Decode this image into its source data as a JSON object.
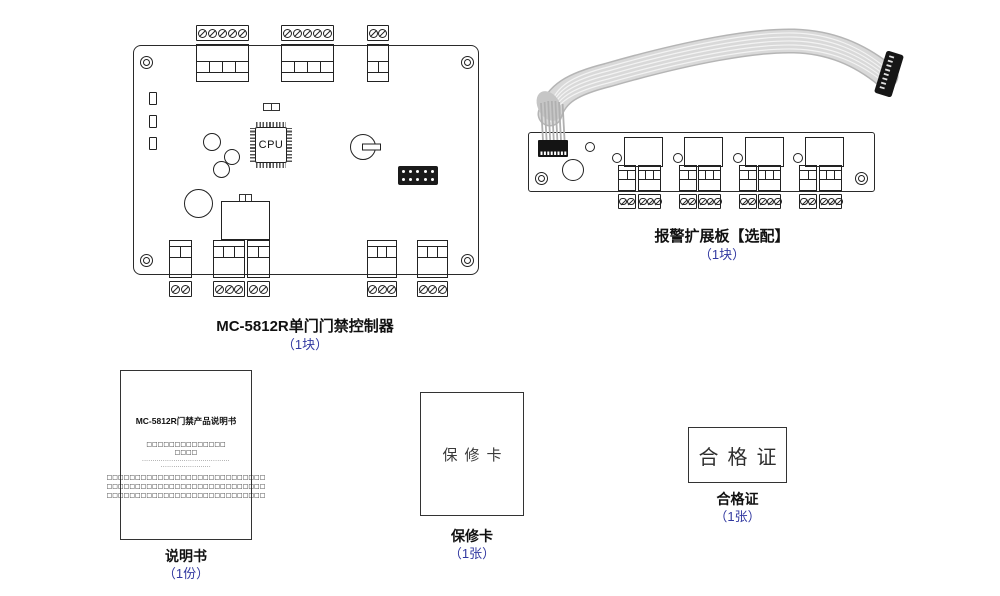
{
  "colors": {
    "count_text": "#3138a0",
    "line_art": "#222222"
  },
  "controller": {
    "name": "MC-5812R单门门禁控制器",
    "count": "（1块）",
    "cpu_label": "CPU"
  },
  "expansion": {
    "name": "报警扩展板【选配】",
    "count": "（1块）"
  },
  "manual": {
    "name": "说明书",
    "count": "（1份）",
    "cover_title": "MC-5812R门禁产品说明书",
    "cover_lines": [
      "□□□□□□□□□□□□□□",
      "□□□□",
      "··········································",
      "························",
      "□□□□□□□□□□□□□□□□□□□□□□□□□□□□",
      "□□□□□□□□□□□□□□□□□□□□□□□□□□□□",
      "□□□□□□□□□□□□□□□□□□□□□□□□□□□□"
    ]
  },
  "warranty": {
    "name": "保修卡",
    "count": "（1张）",
    "card_text": "保修卡"
  },
  "certificate": {
    "name": "合格证",
    "count": "（1张）",
    "card_text": "合格证"
  }
}
